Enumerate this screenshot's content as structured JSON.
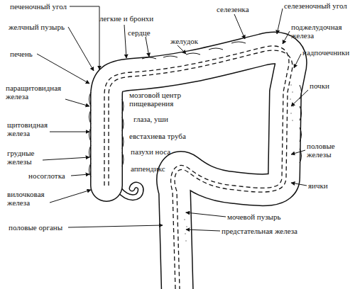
{
  "diagram": {
    "labels": [
      "печеночный угол",
      "желчный пузырь",
      "печень",
      "паращитовидная железа",
      "щитовидная железа",
      "грудные железы",
      "носоглотка",
      "вилочковая железа",
      "половые органы",
      "легкие и бронхи",
      "сердце",
      "желудок",
      "селезенка",
      "селезеночный угол",
      "поджелудочная железа",
      "надпочечники",
      "почки",
      "половые железы",
      "яички",
      "мочевой пузырь",
      "предстательная железа",
      "мозговой центр пищеварения",
      "глаза, уши",
      "евстахиева труба",
      "пазухи носа",
      "аппендикс"
    ]
  }
}
